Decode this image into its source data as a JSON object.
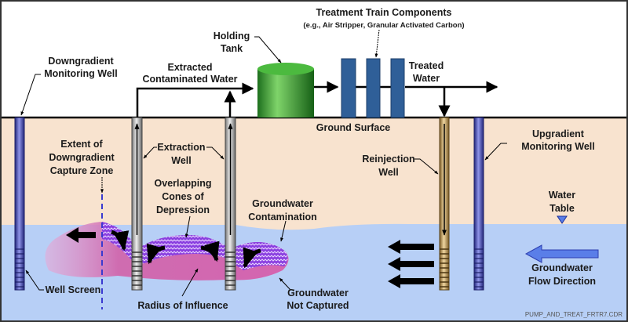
{
  "title": "Treatment Train Components",
  "subtitle": "(e.g., Air Stripper, Granular Activated Carbon)",
  "labels": {
    "holding_tank": [
      "Holding",
      "Tank"
    ],
    "downgradient_well": [
      "Downgradient",
      "Monitoring Well"
    ],
    "extracted_water": [
      "Extracted",
      "Contaminated Water"
    ],
    "treated_water": [
      "Treated",
      "Water"
    ],
    "ground_surface": "Ground Surface",
    "capture_zone": [
      "Extent of",
      "Downgradient",
      "Capture Zone"
    ],
    "extraction_well": [
      "Extraction",
      "Well"
    ],
    "cones": [
      "Overlapping",
      "Cones of",
      "Depression"
    ],
    "contamination": [
      "Groundwater",
      "Contamination"
    ],
    "reinjection_well": [
      "Reinjection",
      "Well"
    ],
    "upgradient_well": [
      "Upgradient",
      "Monitoring Well"
    ],
    "water_table": [
      "Water",
      "Table"
    ],
    "flow_direction": [
      "Groundwater",
      "Flow Direction"
    ],
    "well_screen": "Well Screen",
    "radius": "Radius of Influence",
    "not_captured": [
      "Groundwater",
      "Not Captured"
    ]
  },
  "credit": "PUMP_AND_TREAT_FRTR7.CDR",
  "colors": {
    "soil": "#f8e3cf",
    "groundwater": "#b7cff6",
    "plume": "#d76fb4",
    "hatch": "#7a2fd6",
    "tank": "#2e9a2e",
    "treatment": "#2f5f98",
    "monitoring_well": "#3b3fa6",
    "reinjection_well": "#b08a4f"
  }
}
